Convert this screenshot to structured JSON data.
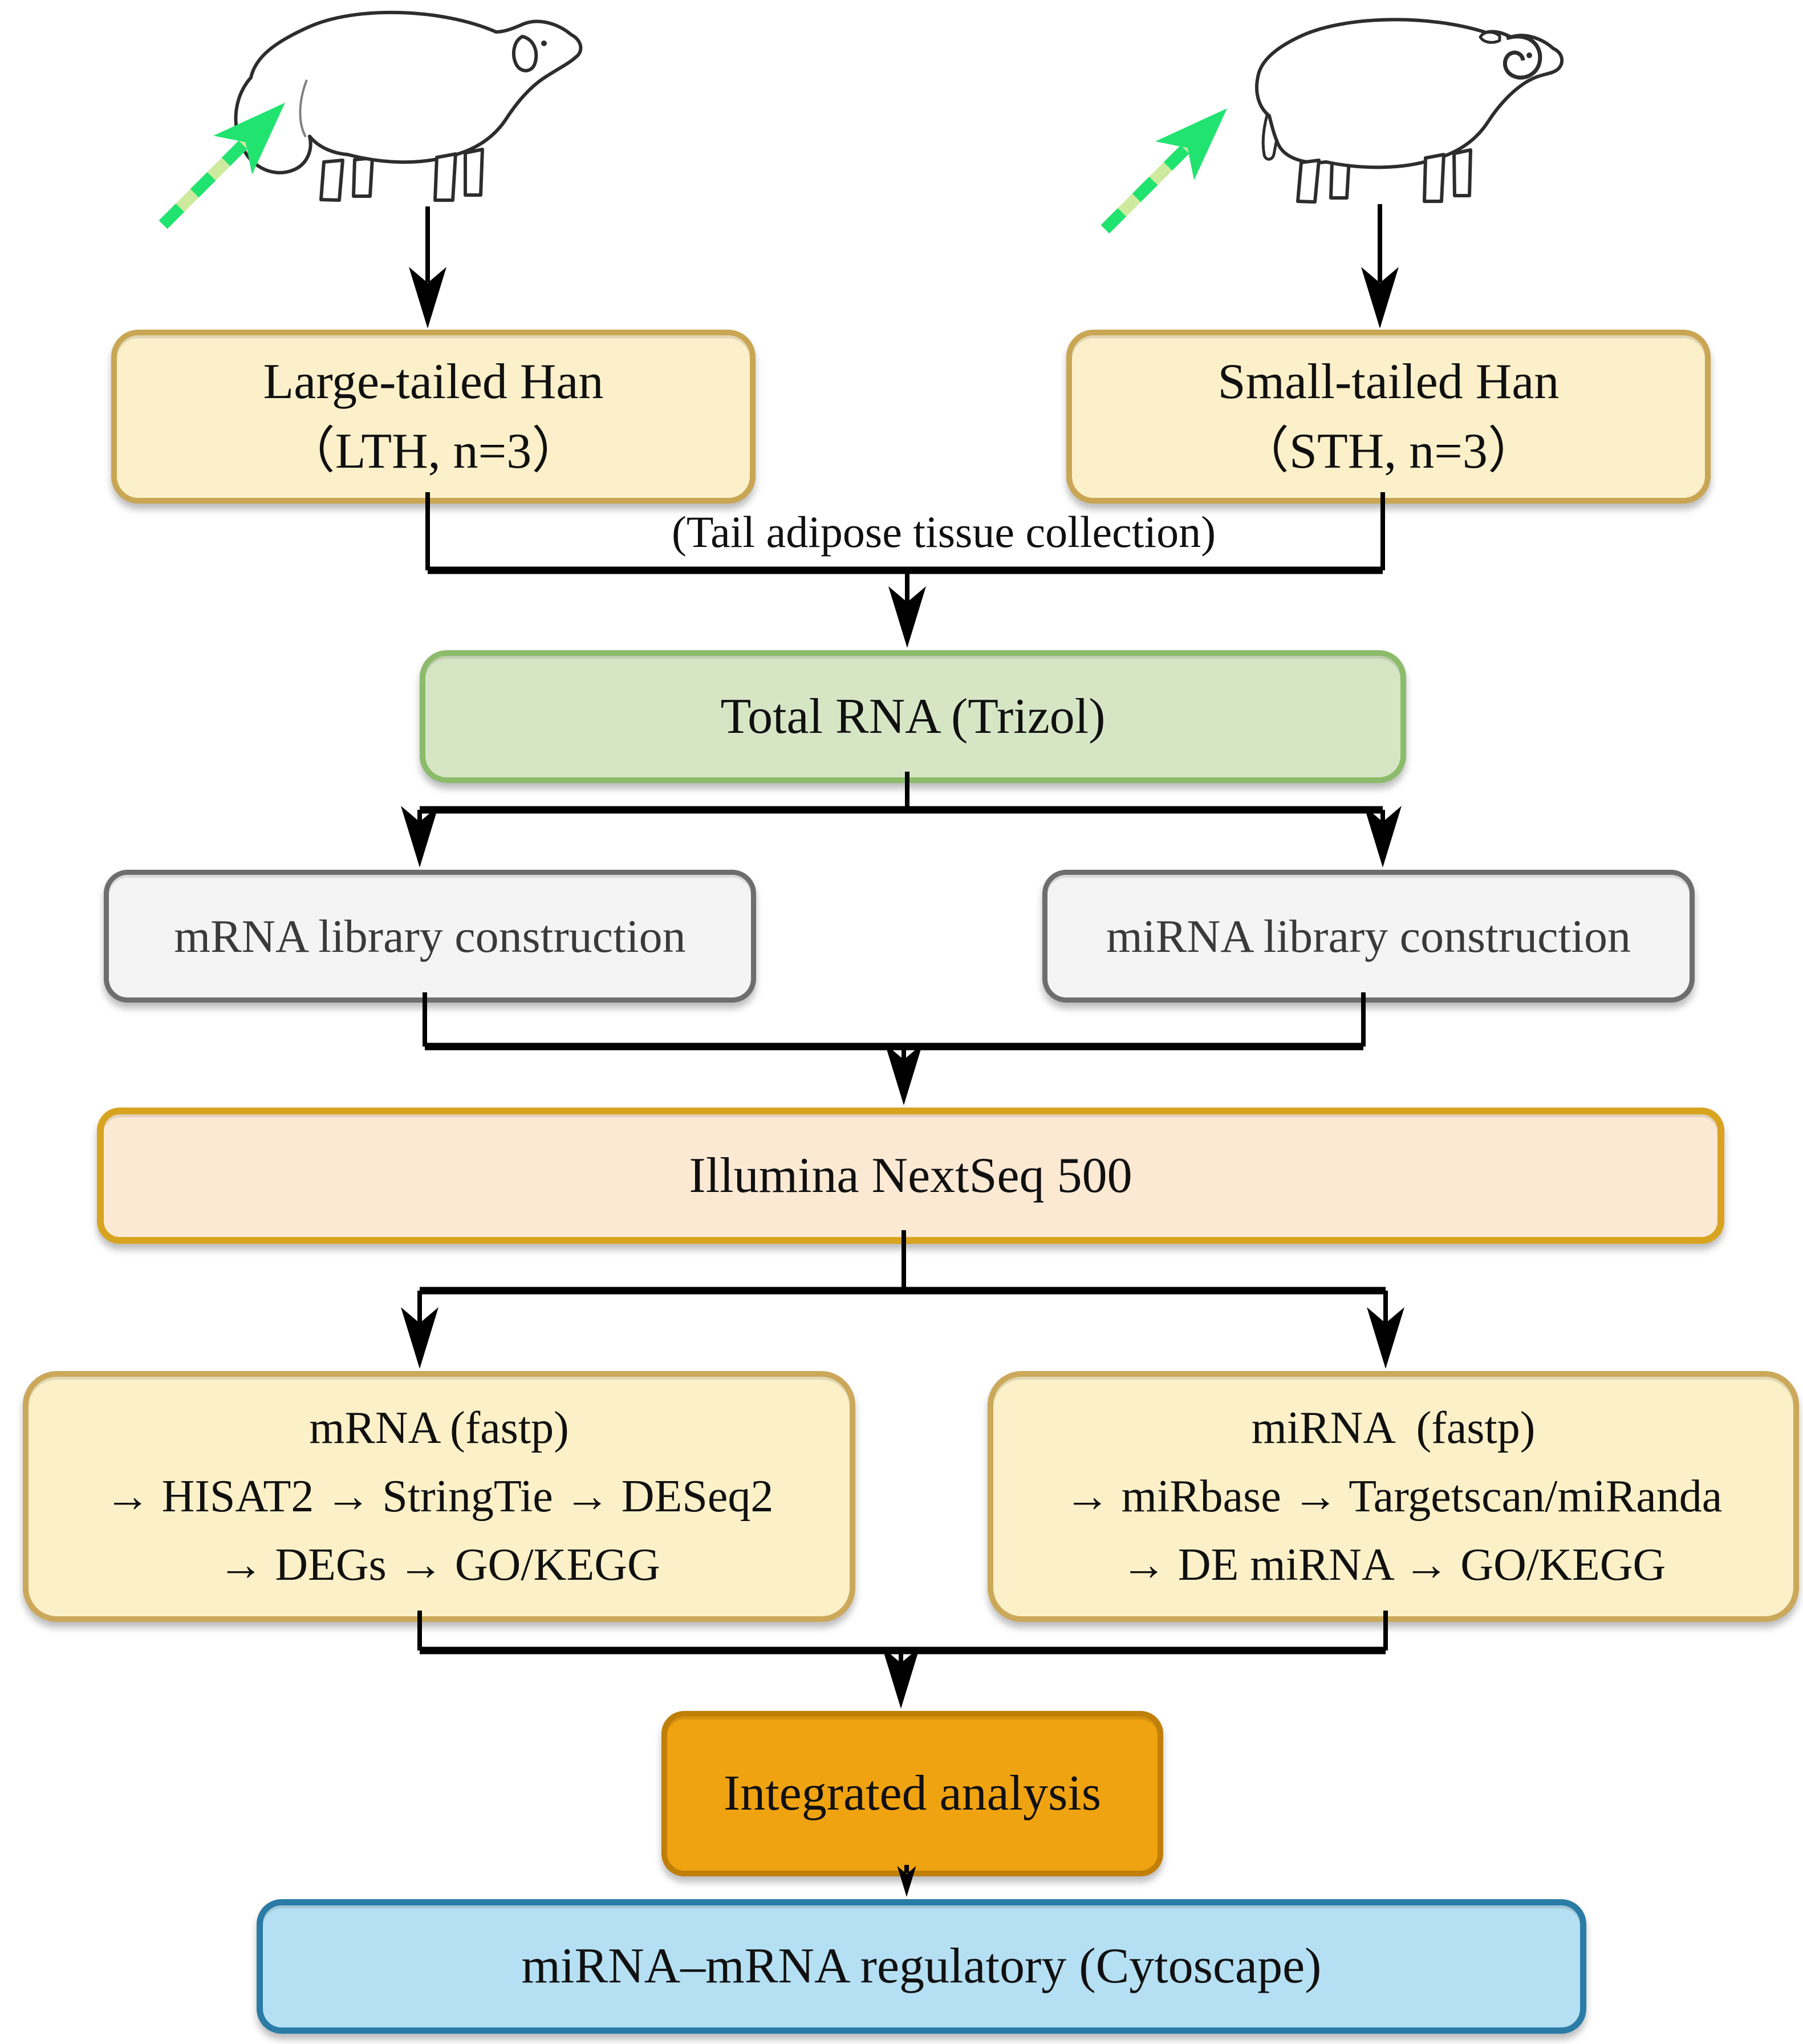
{
  "figure": {
    "collection_note": "(Tail adipose tissue collection)",
    "boxes": {
      "lth": {
        "line1": "Large-tailed Han",
        "line2": "（LTH, n=3）"
      },
      "sth": {
        "line1": "Small-tailed Han",
        "line2": "（STH, n=3）"
      },
      "total_rna": {
        "label": "Total RNA (Trizol)"
      },
      "mrna_library": {
        "label": "mRNA library construction"
      },
      "mirna_library": {
        "label": "miRNA library construction"
      },
      "sequencer": {
        "label": "Illumina NextSeq 500"
      },
      "mrna_pipeline": {
        "line1": "mRNA (fastp)",
        "line2": "→ HISAT2 → StringTie → DESeq2",
        "line3": "→ DEGs → GO/KEGG"
      },
      "mirna_pipeline": {
        "line1": "miRNA  (fastp)",
        "line2": "→ miRbase → Targetscan/miRanda",
        "line3": "→ DE miRNA → GO/KEGG"
      },
      "integrated": {
        "label": "Integrated analysis"
      },
      "network": {
        "label": "miRNA–mRNA regulatory (Cytoscape)"
      }
    },
    "images": {
      "lth_sheep": "large-tailed-han-sheep-line-drawing",
      "sth_sheep": "small-tailed-han-ram-line-drawing"
    },
    "colors": {
      "cream_fill": "#FBF0C9",
      "cream_border": "#C9A654",
      "pipeline_fill": "#FBF0C7",
      "pipeline_border": "#CBA85A",
      "green_fill": "#D6E6C5",
      "green_border": "#8CBC6B",
      "gray_fill": "#F4F4F4",
      "gray_border": "#6E6E6E",
      "peach_fill": "#FCE9D4",
      "peach_border": "#D8A420",
      "orange_fill": "#F0A310",
      "orange_border": "#C07F08",
      "blue_fill": "#B5DFF2",
      "blue_border": "#2A7CA6",
      "connector_black": "#000000",
      "arrow_green": "#21E36F",
      "arrow_green_pale": "#CDEA9E"
    }
  }
}
